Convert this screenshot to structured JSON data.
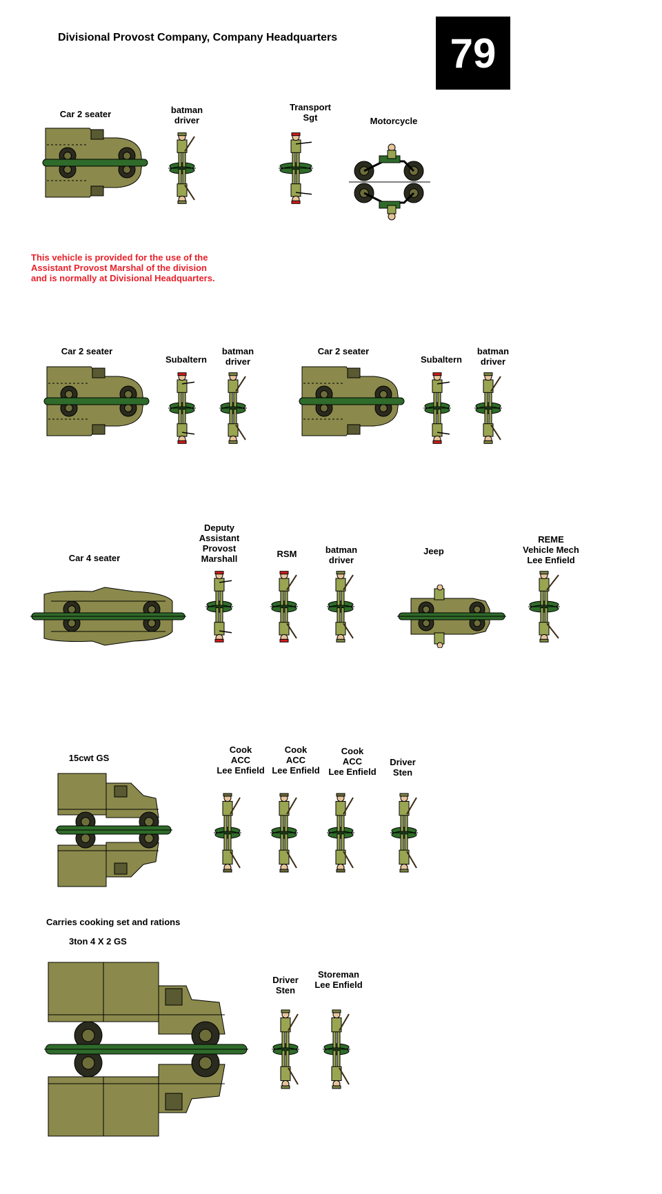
{
  "title": "Divisional Provost Company, Company Headquarters",
  "page_number": "79",
  "note": "This vehicle is provided for the use of the Assistant Provost Marshal of the division and is normally at Divisional Headquarters.",
  "colors": {
    "vehicle_olive": "#8b8a4c",
    "uniform_khaki": "#9aa552",
    "base_green": "#2f6b2a",
    "cap_red": "#d41c1c",
    "note_red": "#e8202a"
  },
  "labels": {
    "r1_car": "Car 2 seater",
    "r1_batman": "batman\ndriver",
    "r1_transport": "Transport\nSgt",
    "r1_motorcycle": "Motorcycle",
    "r2_car_a": "Car 2 seater",
    "r2_sub_a": "Subaltern",
    "r2_batman_a": "batman\ndriver",
    "r2_car_b": "Car 2 seater",
    "r2_sub_b": "Subaltern",
    "r2_batman_b": "batman\ndriver",
    "r3_car4": "Car 4 seater",
    "r3_dapm": "Deputy\nAssistant\nProvost\nMarshall",
    "r3_rsm": "RSM",
    "r3_batman": "batman\ndriver",
    "r3_jeep": "Jeep",
    "r3_reme": "REME\nVehicle Mech\nLee Enfield",
    "r4_15cwt": "15cwt GS",
    "r4_cook1": "Cook\nACC\nLee Enfield",
    "r4_cook2": "Cook\nACC\nLee Enfield",
    "r4_cook3": "Cook\nACC\nLee Enfield",
    "r4_driver": "Driver\nSten",
    "r4_carries": "Carries cooking set and rations",
    "r5_3ton": "3ton 4 X 2 GS",
    "r5_driver": "Driver\nSten",
    "r5_storeman": "Storeman\nLee Enfield"
  }
}
